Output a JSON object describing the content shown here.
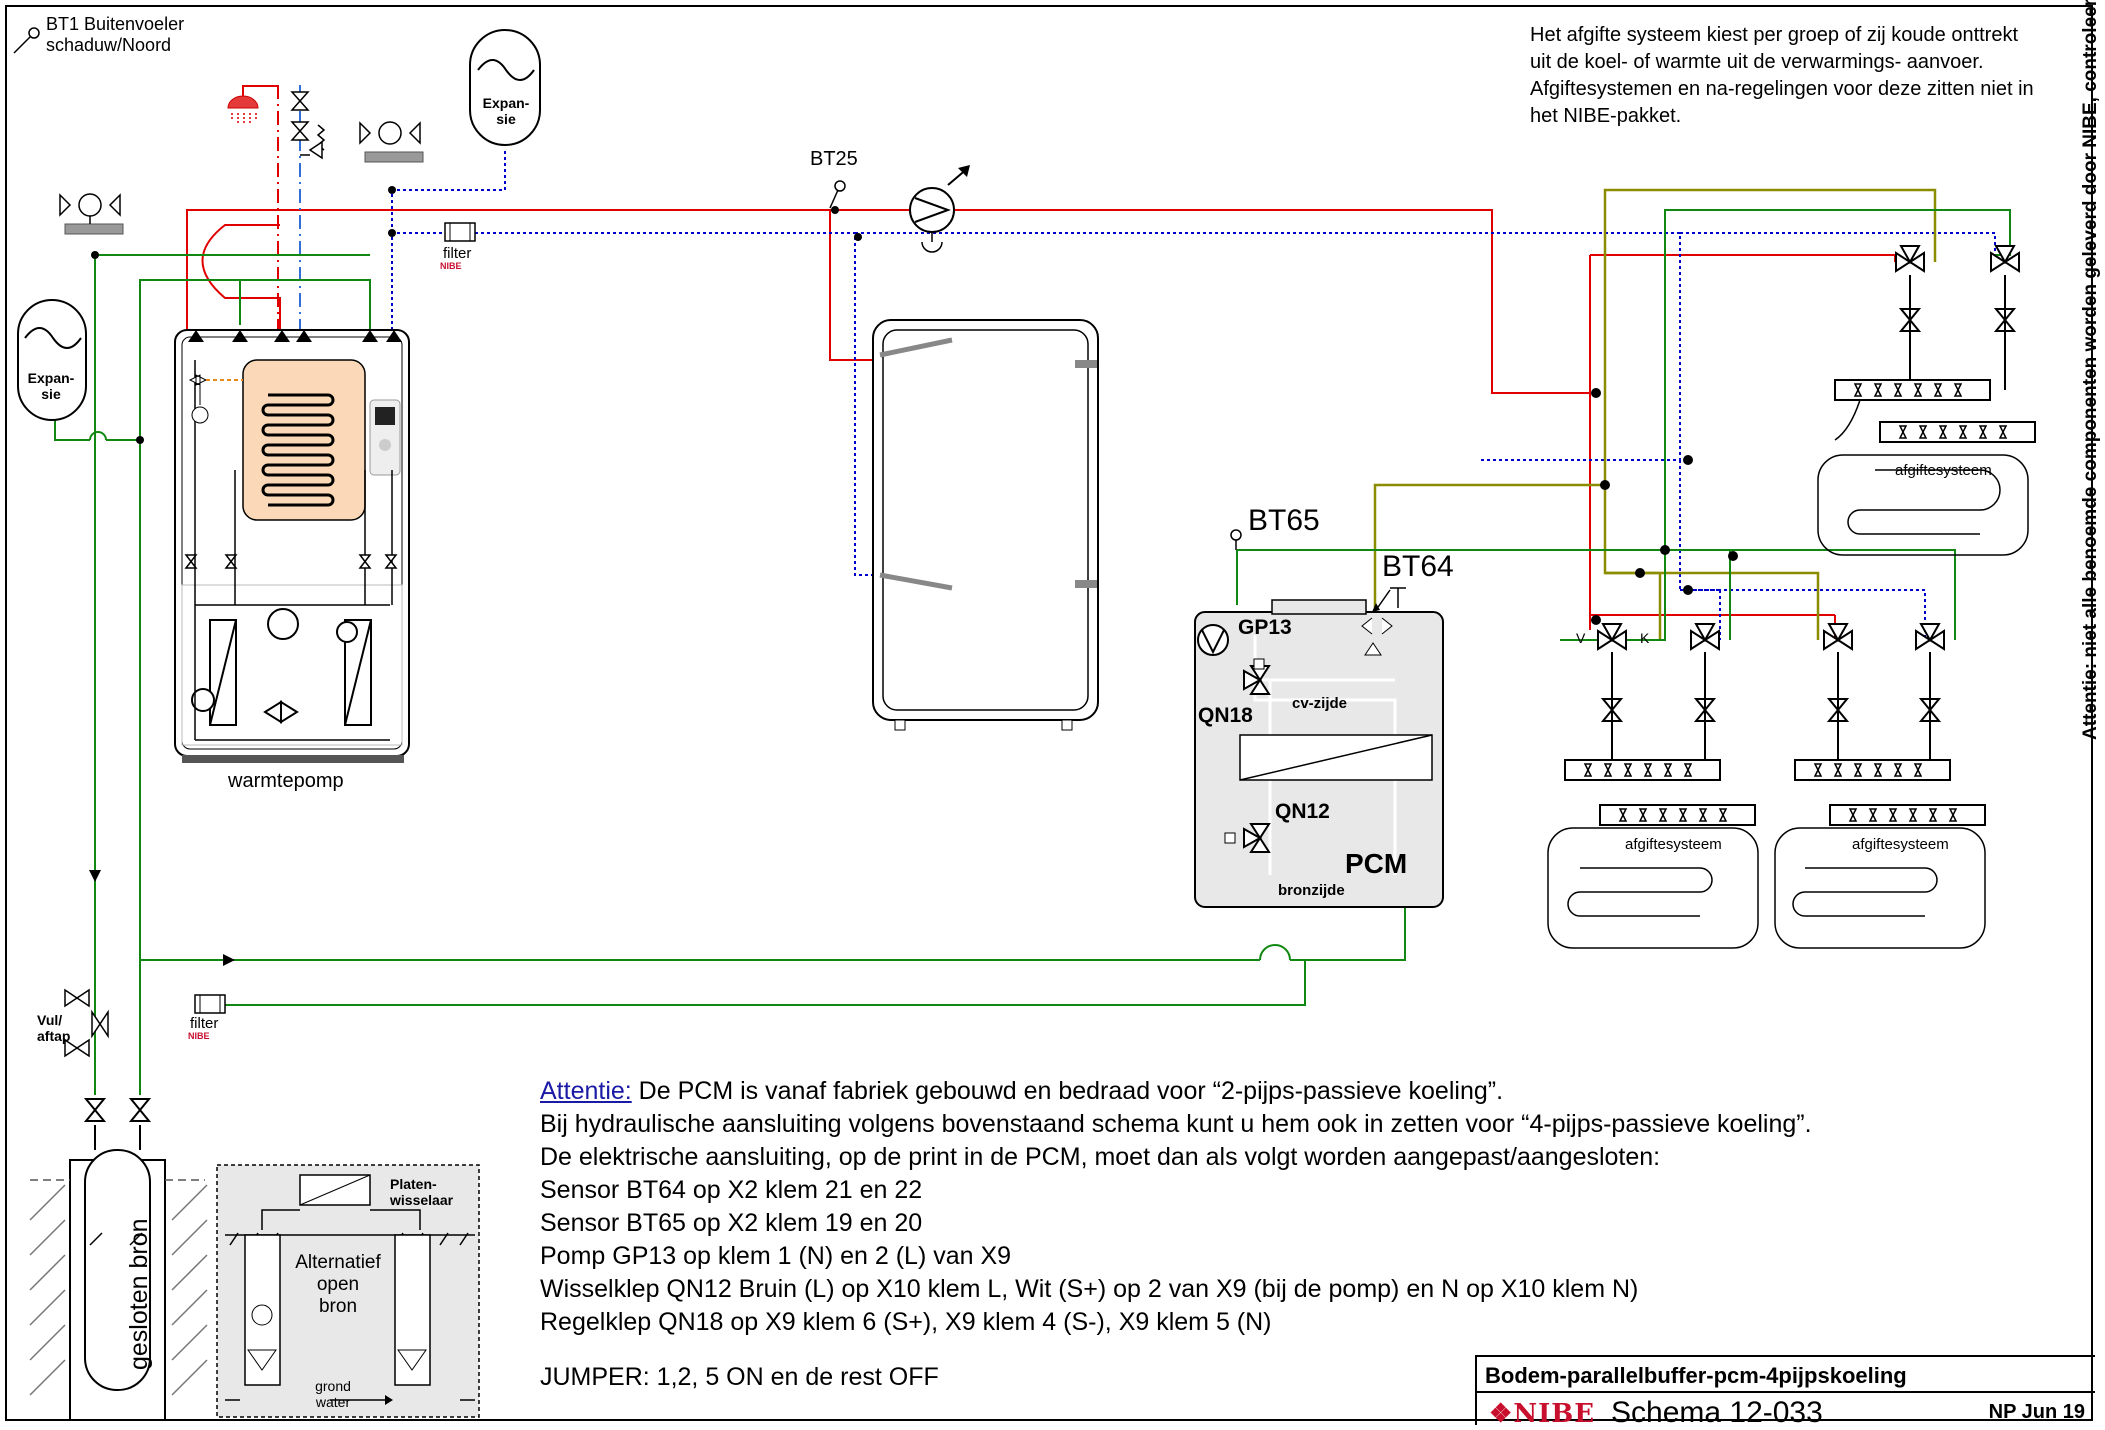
{
  "sensors": {
    "bt1_line1": "BT1 Buitenvoeler",
    "bt1_line2": "schaduw/Noord",
    "bt25": "BT25",
    "bt65": "BT65",
    "bt64": "BT64"
  },
  "expansion": {
    "top_line1": "Expan-",
    "top_line2": "sie",
    "left_line1": "Expan-",
    "left_line2": "sie"
  },
  "filters": {
    "top_label": "filter",
    "top_brand": "NIBE",
    "bottom_label": "filter",
    "bottom_brand": "NIBE"
  },
  "heat_pump_label": "warmtepomp",
  "pcm": {
    "gp13": "GP13",
    "qn18": "QN18",
    "qn12": "QN12",
    "cv_side": "cv-zijde",
    "pcm": "PCM",
    "source_side": "bronzijde"
  },
  "emission": {
    "label_top": "afgiftesysteem",
    "label_left": "afgiftesysteem",
    "label_right": "afgiftesysteem",
    "v": "V",
    "k": "K"
  },
  "source": {
    "vul_line1": "Vul/",
    "vul_line2": "aftap",
    "closed_source": "gesloten bron",
    "plate_hx_line1": "Platen-",
    "plate_hx_line2": "wisselaar",
    "alt_line1": "Alternatief",
    "alt_line2": "open",
    "alt_line3": "bron",
    "ground_line1": "grond",
    "ground_line2": "water"
  },
  "notes": {
    "lines": [
      "Het afgifte systeem kiest per groep of zij koude onttrekt",
      "uit de koel-   of warmte uit de verwarmings- aanvoer.",
      "Afgiftesystemen en na-regelingen voor deze zitten niet in",
      "het NIBE-pakket."
    ]
  },
  "attention": {
    "link": "Attentie:",
    "first_rest": " De PCM is vanaf fabriek gebouwd  en bedraad voor “2-pijps-passieve koeling”.",
    "lines": [
      "Bij hydraulische  aansluiting volgens bovenstaand schema kunt u hem ook in zetten voor “4-pijps-passieve koeling”.",
      "De elektrische aansluiting, op de print in de PCM, moet dan als volgt worden aangepast/aangesloten:",
      "Sensor BT64 op X2  klem 21 en 22",
      "Sensor BT65 op X2  klem 19 en 20",
      "Pomp GP13 op klem 1 (N) en 2 (L) van X9",
      "Wisselklep QN12 Bruin (L) op  X10 klem L,  Wit (S+) op 2 van X9 (bij de pomp) en N op X10 klem N)",
      "Regelklep QN18 op X9 klem 6 (S+), X9 klem 4 (S-), X9 klem 5 (N)"
    ],
    "jumper": "JUMPER: 1,2, 5 ON en de rest OFF"
  },
  "title_block": {
    "title": "Bodem-parallelbuffer-pcm-4pijpskoeling",
    "brand": "NIBE",
    "schema": "Schema 12-033",
    "date": "NP Jun 19"
  },
  "vertical_note": "Attentie: niet alle benoemde componenten worden geleverd door NIBE, controleer de offerte voor wat wel en niet is inbegrepen",
  "colors": {
    "supply": "#e00000",
    "return_hot": "#0000cc",
    "source_green": "#118811",
    "cool_olive": "#8c8c00",
    "tank_fill": "#fbd9b8"
  }
}
